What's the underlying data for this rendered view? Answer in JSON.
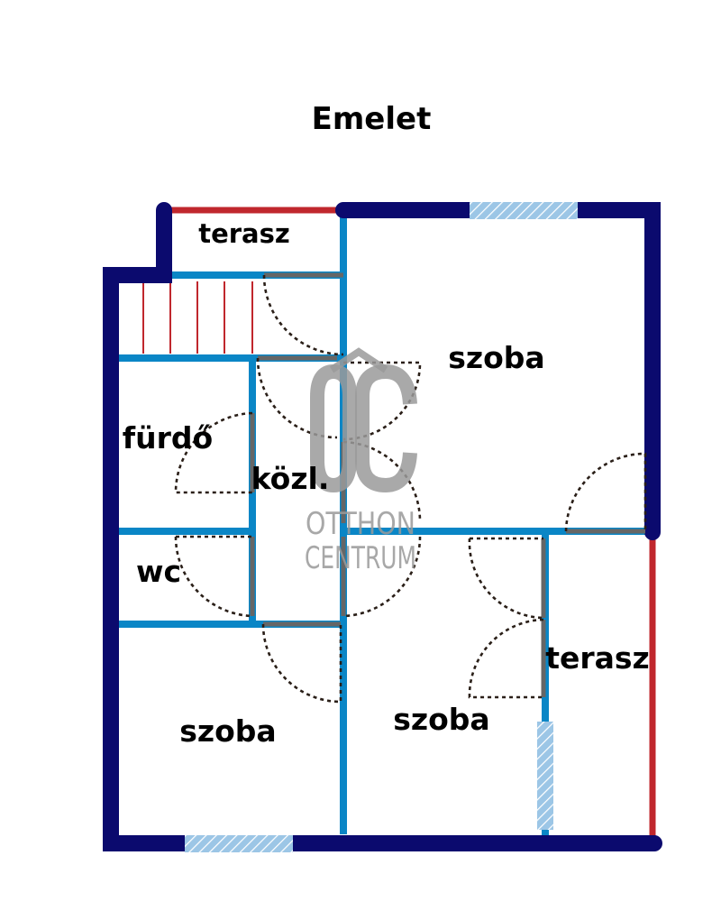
{
  "title": "Emelet",
  "rooms": {
    "terasz_top": "terasz",
    "szoba_top_right": "szoba",
    "furdo": "fürdő",
    "kozl": "közl.",
    "wc": "wc",
    "szoba_bottom_left": "szoba",
    "szoba_bottom_middle": "szoba",
    "terasz_right": "terasz"
  },
  "watermark": {
    "line1": "OTTHON",
    "line2": "CENTRUM"
  },
  "colors": {
    "outer_wall": "#0b0a6e",
    "inner_wall": "#0a86c6",
    "terrace_rail": "#c0272d",
    "window": "#9cc6e6",
    "door_leaf": "#666666",
    "watermark": "#9a9a9a"
  }
}
